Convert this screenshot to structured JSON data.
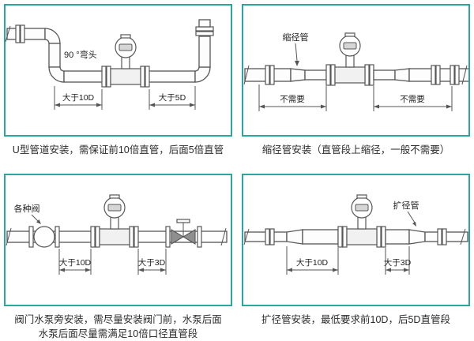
{
  "accent": {
    "border_color": "#2aa79d"
  },
  "panels": {
    "u_type": {
      "caption": "U型管道安装，需保证前10倍直管，后面5倍直管",
      "labels": {
        "elbow": "90 °弯头",
        "dim_left": "大于10D",
        "dim_right": "大于5D"
      }
    },
    "reducer": {
      "caption": "缩径管安装（直管段上缩径，一般不需要）",
      "labels": {
        "part": "缩径管",
        "dim_left": "不需要",
        "dim_right": "不需要"
      }
    },
    "valve_pump": {
      "caption_line1": "阀门水泵旁安装，需尽量安装阀门前，水泵后面",
      "caption_line2": "水泵后面尽量需满足10倍口径直管段",
      "labels": {
        "part": "各种阀",
        "dim_left": "大于10D",
        "dim_right": "大于3D"
      }
    },
    "expander": {
      "caption": "扩径管安装，最低要求前10D，后5D直管段",
      "labels": {
        "part": "扩径管",
        "dim_left": "大于10D",
        "dim_right": "大于3D"
      }
    }
  }
}
